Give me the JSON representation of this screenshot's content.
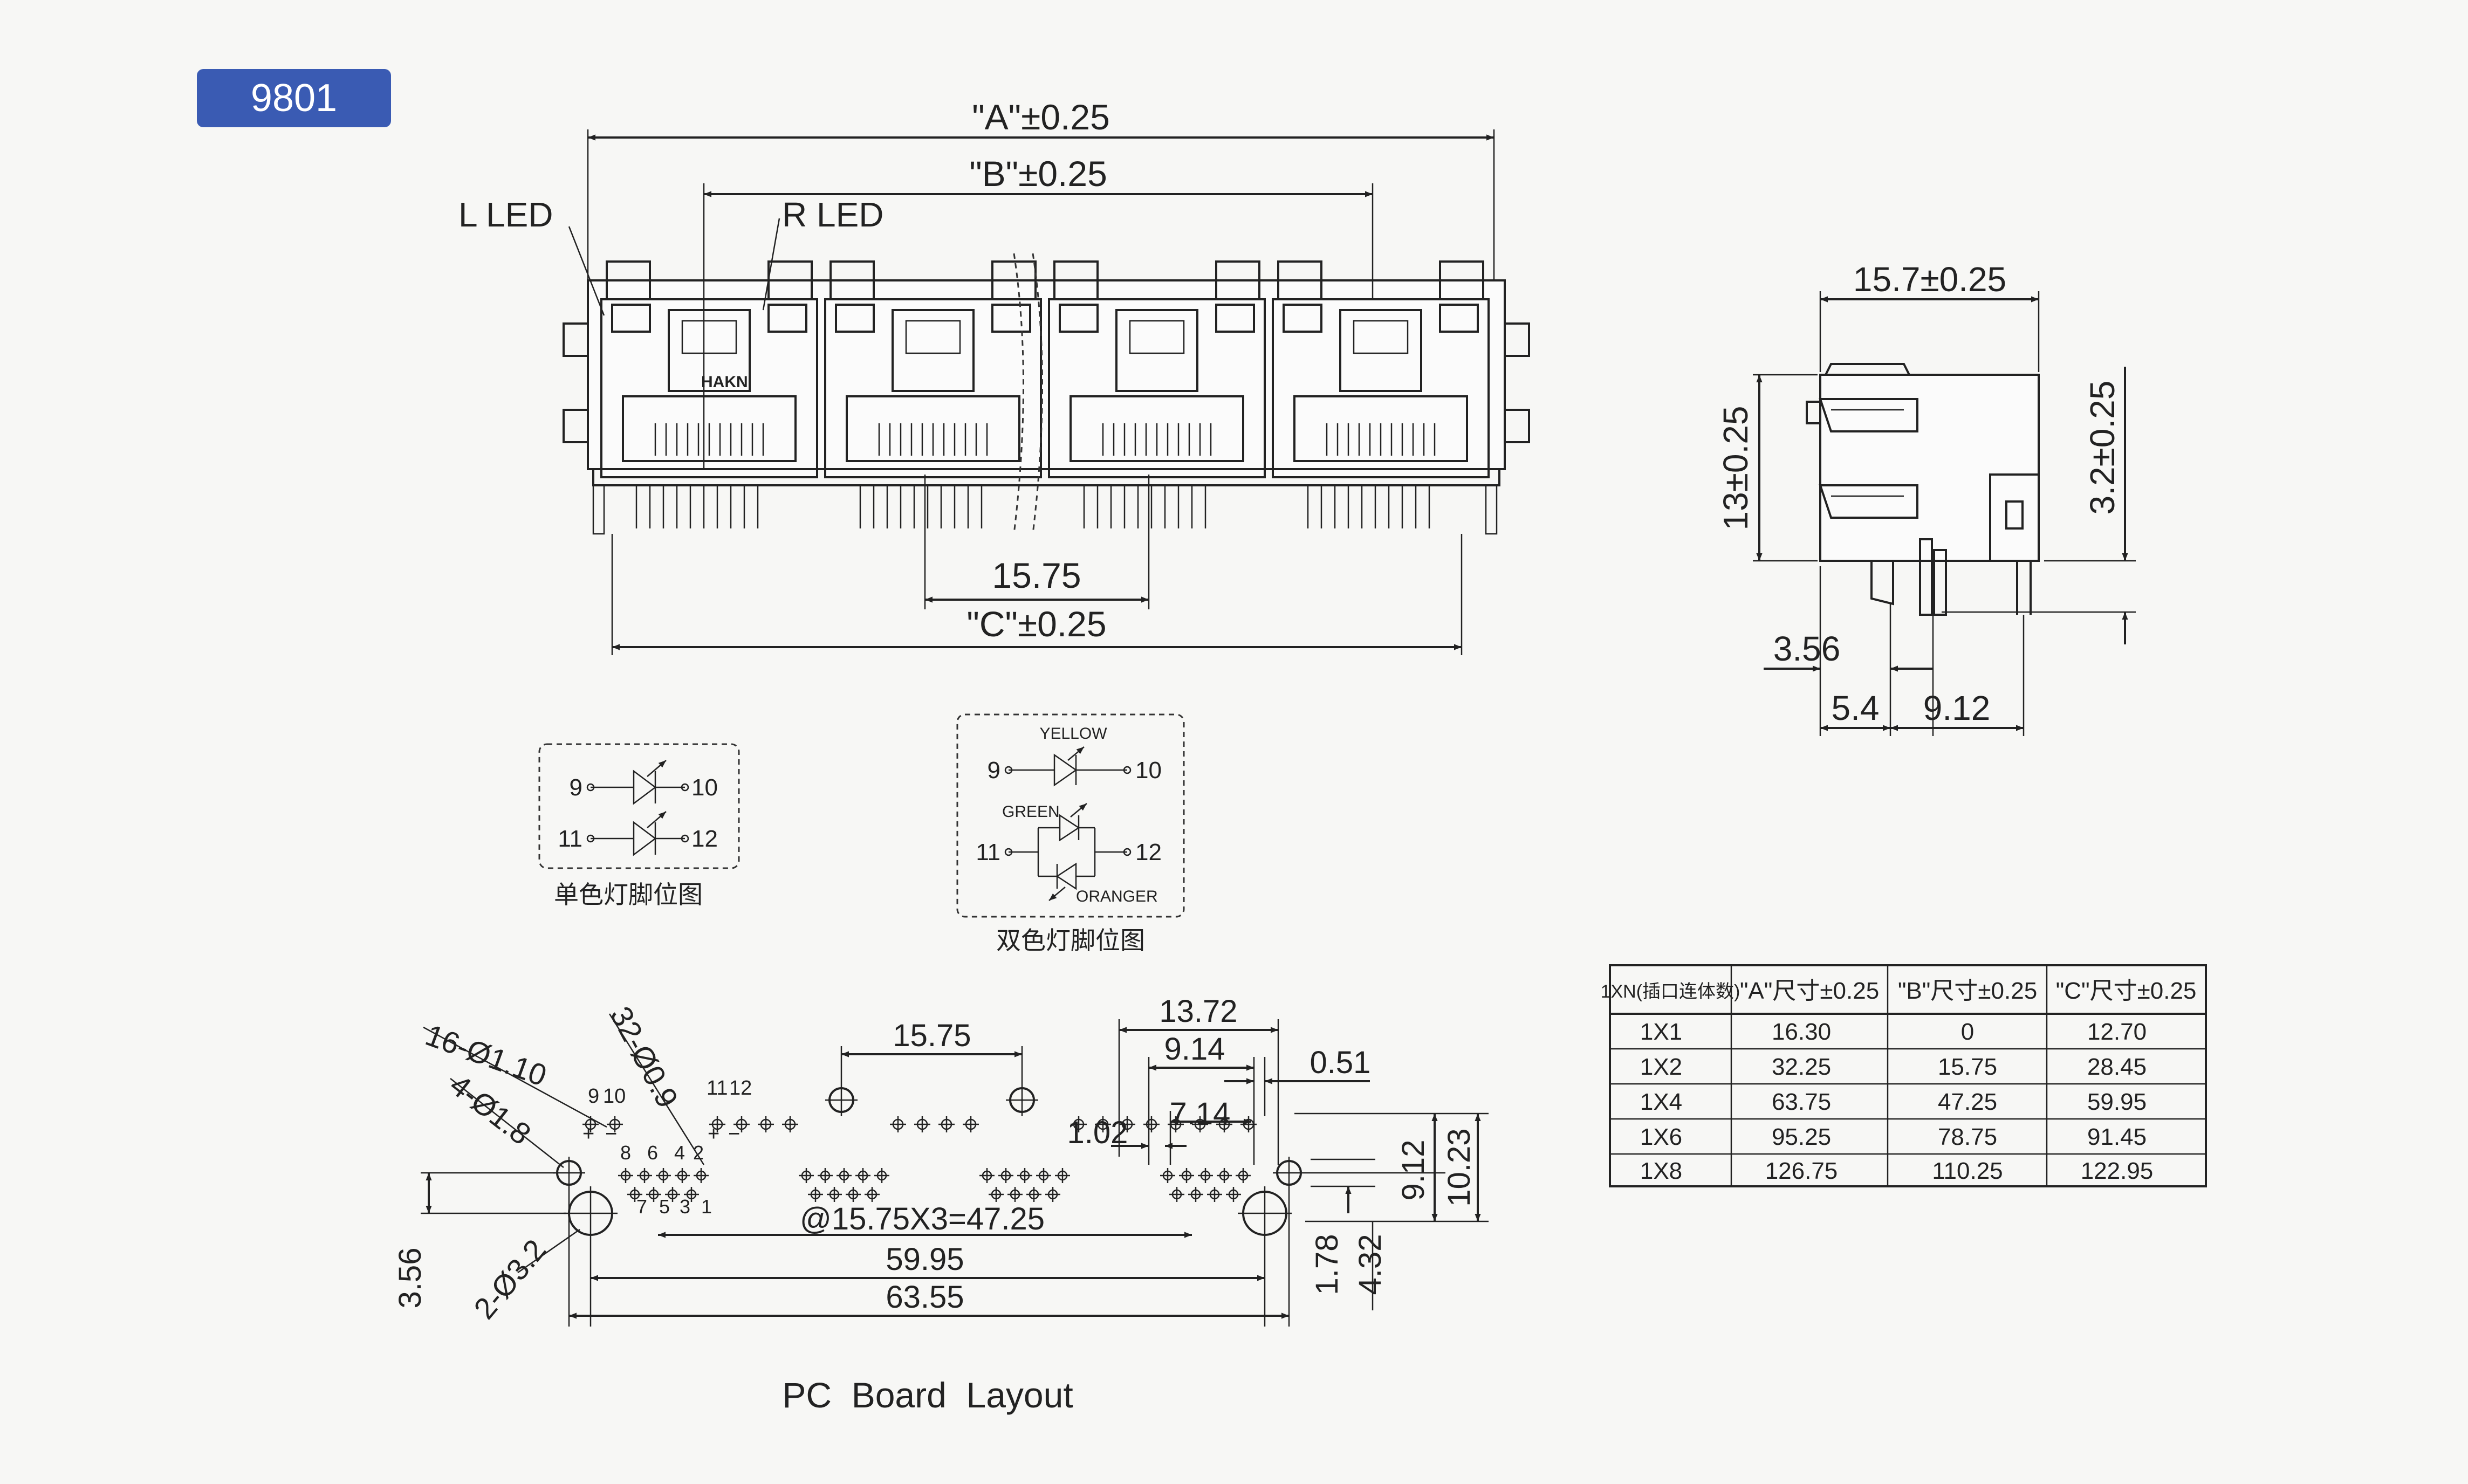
{
  "badge": {
    "label": "9801",
    "color": "#3a5bb3"
  },
  "front_view": {
    "dim_a": "\"A\"±0.25",
    "dim_b": "\"B\"±0.25",
    "dim_c": "\"C\"±0.25",
    "pitch": "15.75",
    "l_led": "L LED",
    "r_led": "R LED",
    "brand": "HAKN"
  },
  "side_view": {
    "depth": "15.7±0.25",
    "height": "13±0.25",
    "pin_len": "3.2±0.25",
    "d1": "3.56",
    "d2": "5.4",
    "d3": "9.12"
  },
  "led_single": {
    "caption": "单色灯脚位图",
    "p9": "9",
    "p10": "10",
    "p11": "11",
    "p12": "12"
  },
  "led_dual": {
    "caption": "双色灯脚位图",
    "yellow": "YELLOW",
    "green": "GREEN",
    "orange": "ORANGER",
    "p9": "9",
    "p10": "10",
    "p11": "11",
    "p12": "12"
  },
  "pcb": {
    "title": "PC  Board  Layout",
    "hole_a": "16-Ø1.10",
    "hole_b": "32-Ø0.9",
    "hole_c": "4-Ø1.8",
    "hole_d": "2-Ø3.2",
    "dims": {
      "d1575": "15.75",
      "d1372": "13.72",
      "d914": "9.14",
      "d051": "0.51",
      "d714": "7.14",
      "d102": "1.02",
      "d912": "9.12",
      "d1023": "10.23",
      "d178": "1.78",
      "d432": "4.32",
      "d356": "3.56",
      "pitch": "@15.75X3=47.25",
      "d5995": "59.95",
      "d6355": "63.55"
    },
    "pin_labels": {
      "p9": "9",
      "p10": "10",
      "p11": "11",
      "p12": "12",
      "plus": "+",
      "minus": "−",
      "p8": "8",
      "p6": "6",
      "p4": "4",
      "p2": "2",
      "p7": "7",
      "p5": "5",
      "p3": "3",
      "p1": "1"
    }
  },
  "table": {
    "headers": [
      "1XN(插口连体数)",
      "\"A\"尺寸±0.25",
      "\"B\"尺寸±0.25",
      "\"C\"尺寸±0.25"
    ],
    "rows": [
      [
        "1X1",
        "16.30",
        "0",
        "12.70"
      ],
      [
        "1X2",
        "32.25",
        "15.75",
        "28.45"
      ],
      [
        "1X4",
        "63.75",
        "47.25",
        "59.95"
      ],
      [
        "1X6",
        "95.25",
        "78.75",
        "91.45"
      ],
      [
        "1X8",
        "126.75",
        "110.25",
        "122.95"
      ]
    ]
  }
}
